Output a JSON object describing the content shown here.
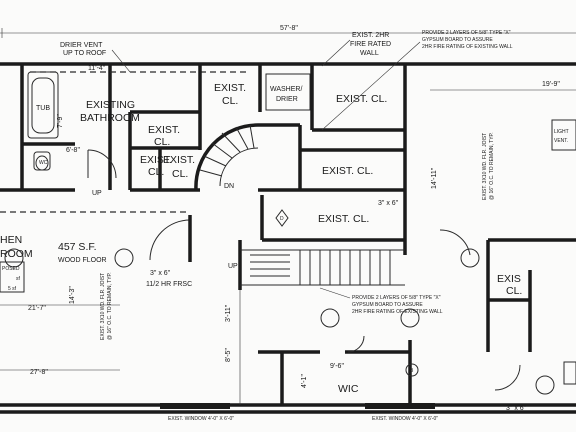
{
  "dimensions": {
    "overall": "57'-8\"",
    "right_top": "19'-9\"",
    "bath_height": "11'-4\"",
    "bath_side": "7'-9\"",
    "left_mid": "6'-8\"",
    "left_dim": "21'-7\"",
    "bottom_left": "27'-8\"",
    "vertical_left": "14'-3\"",
    "vertical_right": "14'-11\"",
    "vertical_lower": "3'-11\"",
    "vertical_lower2": "8'-5\"",
    "wic_width": "9'-6\"",
    "wic_height": "4'-1\"",
    "stair_opening": "3\" x 6\"",
    "cl_opening": "3\" x 6\"",
    "right_opening": "3\" x 6\""
  },
  "rooms": {
    "existing_bathroom": [
      "EXISTING",
      "BATHROOM"
    ],
    "exist_cl_top": [
      "EXIST.",
      "CL."
    ],
    "exist_cl_washer": "EXIST. CL.",
    "washer_dryer": [
      "WASHER/",
      "DRIER"
    ],
    "exist_cl_a": [
      "EXIST.",
      "CL."
    ],
    "exist_cl_b": [
      "EXIST.",
      "CL."
    ],
    "exist_cl_c": [
      "EXIST.",
      "CL."
    ],
    "exist_cl_mid": "EXIST. CL.",
    "exist_cl_lower": "EXIST. CL.",
    "exist_cl_right": [
      "EXIS",
      "CL."
    ],
    "kitchen": [
      "HEN",
      "ROOM"
    ],
    "wood_floor": [
      "457 S.F.",
      "WOOD FLOOR"
    ],
    "wic": "WIC",
    "tub": "TUB",
    "wc": "WC",
    "light_vent": [
      "LIGHT",
      "VENT."
    ]
  },
  "annotations": {
    "drier_vent": [
      "DRIER VENT",
      "UP TO ROOF"
    ],
    "fire_wall": [
      "EXIST. 2HR",
      "FIRE RATED",
      "WALL"
    ],
    "gypsum_top": [
      "PROVIDE 2 LAYERS OF 5/8\" TYPE \"X\"",
      "GYPSUM BOARD TO ASSURE",
      "2HR FIRE RATING OF EXISTING WALL"
    ],
    "gypsum_bottom": [
      "PROVIDE 2 LAYERS OF 5/8\" TYPE \"X\"",
      "GYPSUM BOARD TO ASSURE",
      "2HR FIRE RATING OF EXISTING WALL"
    ],
    "fire_rated_door": "11/2 HR FRSC",
    "joist_left": [
      "EXIST. 3X10 WD. FLR. JOIST",
      "@ 16\" O.C. TO REMAIN, TYP."
    ],
    "joist_right": [
      "EXIST. 3X10 WD. FLR. JOIST",
      "@ 16\" O.C. TO REMAIN, TYP."
    ],
    "up_1": "UP",
    "up_2": "UP",
    "dn": "DN",
    "tag_d": "D",
    "tag_b": "B",
    "proposed": [
      "POSED",
      "sf",
      "5 sf"
    ],
    "bottom_note_1": "EXIST. WINDOW 4'-0\" X 6'-0\"",
    "bottom_note_2": "EXIST. WINDOW 4'-0\" X 6'-0\""
  }
}
